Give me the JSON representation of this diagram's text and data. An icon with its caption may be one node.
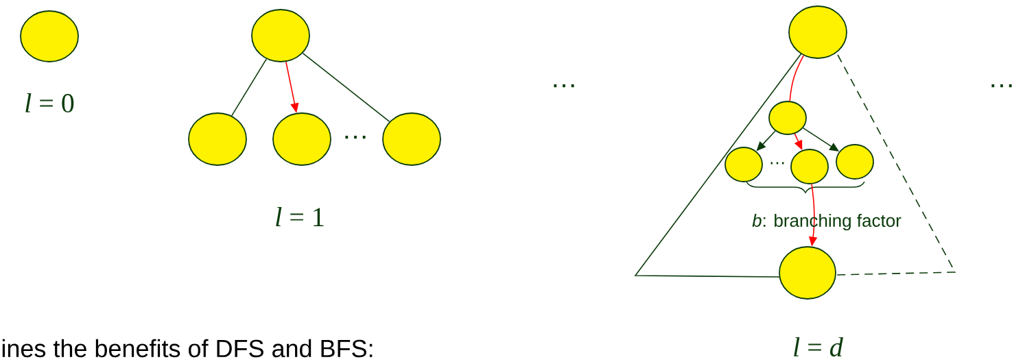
{
  "diagram": {
    "nodes": [
      {
        "text": [],
        "shape": "circle"
      },
      {
        "text": [],
        "shape": "circle"
      },
      {
        "text": [],
        "shape": "circle"
      },
      {
        "text": [],
        "shape": "circle"
      },
      {
        "text": [],
        "shape": "circle"
      },
      {
        "text": [],
        "shape": "circle"
      },
      {
        "text": [],
        "shape": "circle"
      },
      {
        "text": [],
        "shape": "circle"
      },
      {
        "text": [],
        "shape": "circle"
      },
      {
        "text": [],
        "shape": "circle"
      },
      {
        "text": [],
        "shape": "circle"
      }
    ],
    "edges": [
      {
        "from": 1,
        "to": 2,
        "arrow": "none"
      },
      {
        "from": 1,
        "to": 3,
        "arrow": "to",
        "color": "#ff0000"
      },
      {
        "from": 1,
        "to": 4,
        "arrow": "none"
      },
      {
        "from": 5,
        "to": 6,
        "arrow": "none",
        "color": "#ff0000"
      },
      {
        "from": 6,
        "to": 7,
        "arrow": "to"
      },
      {
        "from": 6,
        "to": 8,
        "arrow": "to",
        "color": "#ff0000"
      },
      {
        "from": 6,
        "to": 9,
        "arrow": "to"
      },
      {
        "from": 8,
        "to": 10,
        "arrow": "to",
        "color": "#ff0000"
      }
    ],
    "labels": [
      "*l* = 0",
      "…",
      "…",
      "…",
      "*l* = 1",
      "…",
      "*b*: branching factor",
      "ines the benefits of DFS and BFS:",
      "*l* = *d*"
    ]
  }
}
